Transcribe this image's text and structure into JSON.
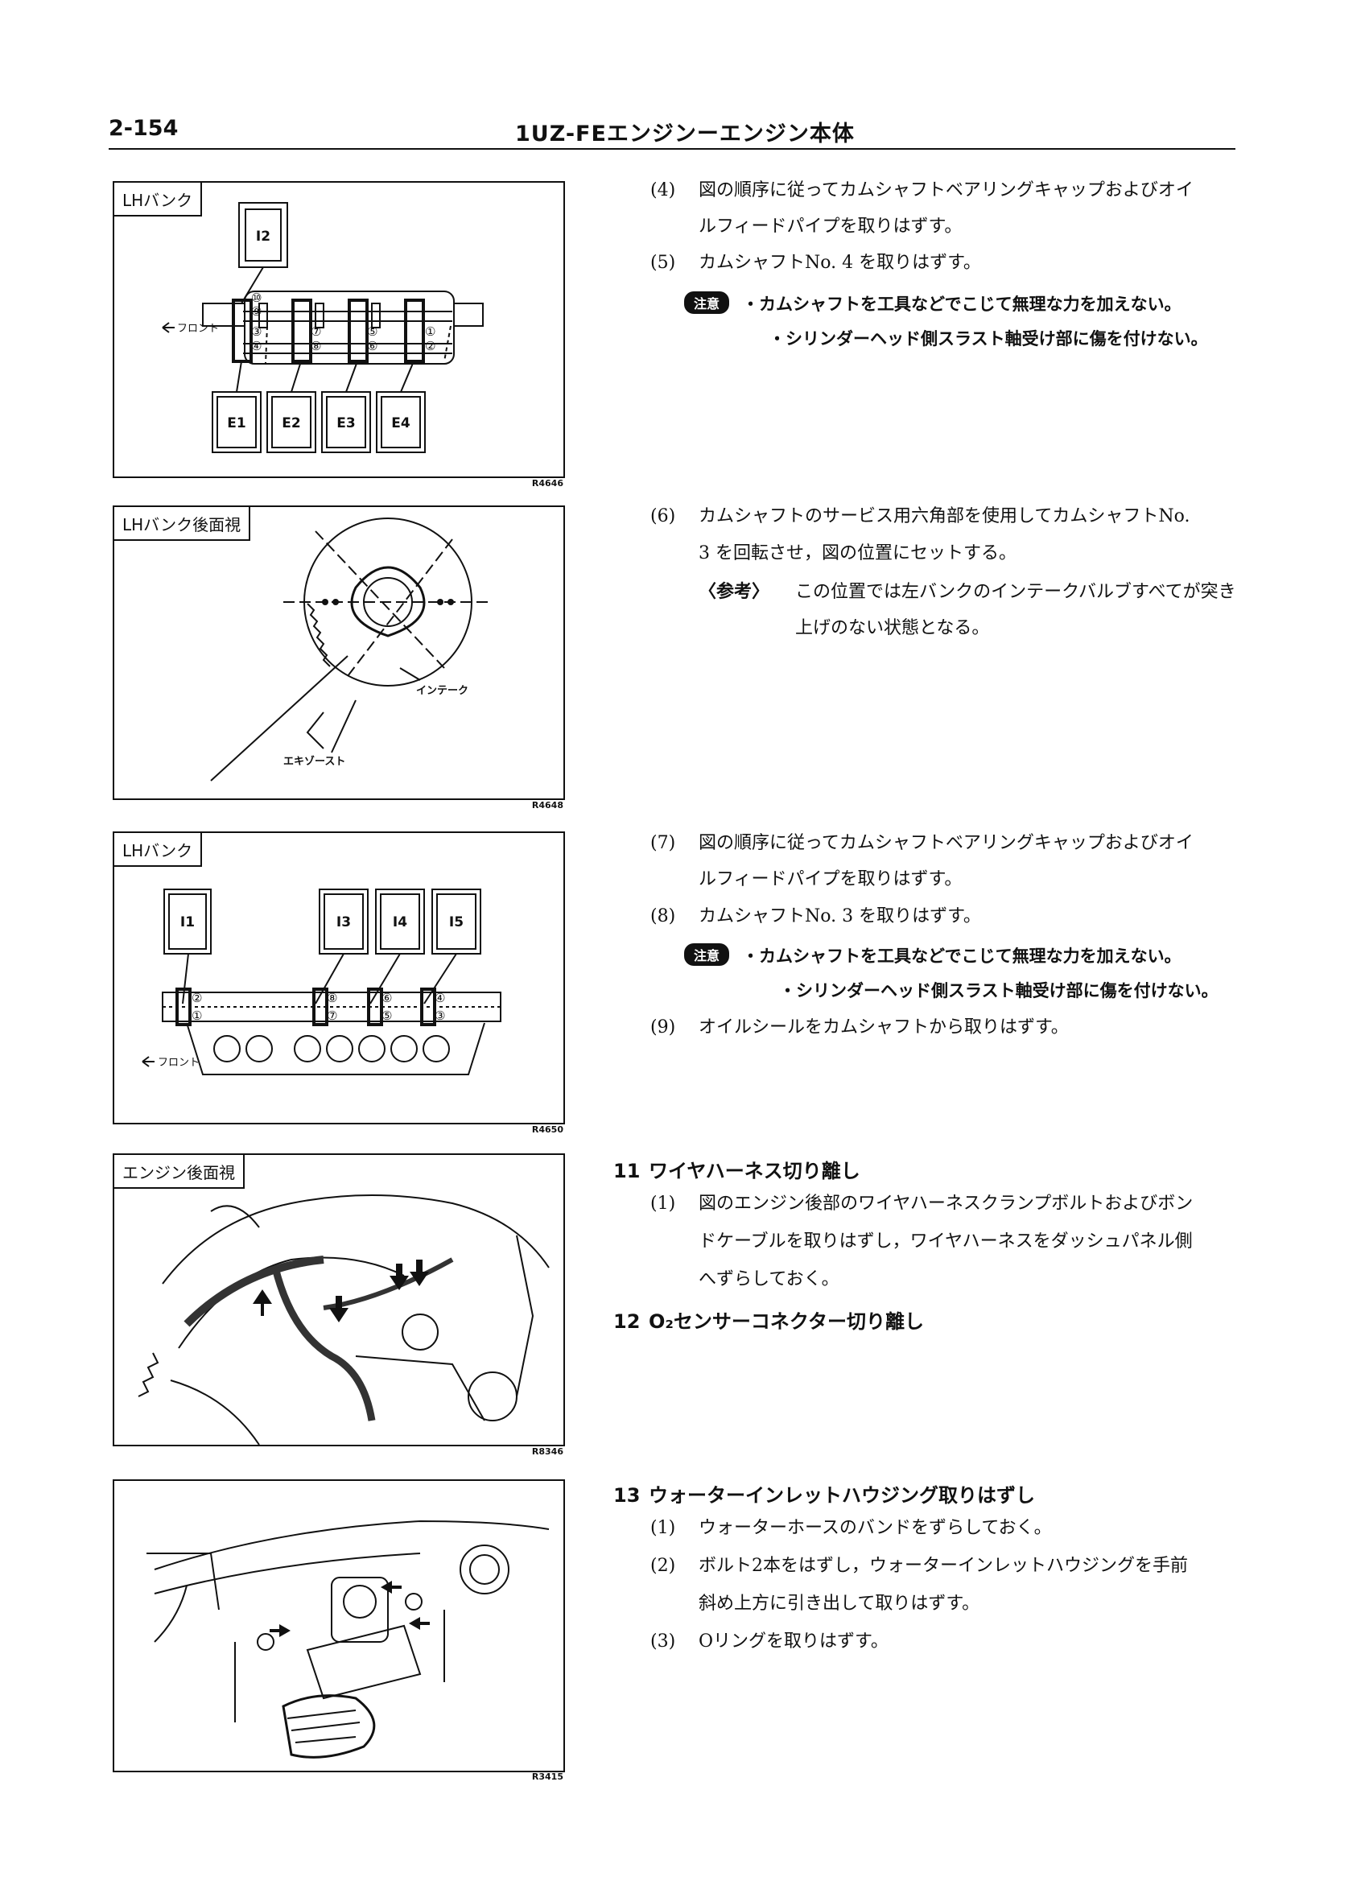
{
  "header": {
    "page_number": "2-154",
    "title": "1UZ-FEエンジンーエンジン本体"
  },
  "figures": [
    {
      "label": "LHバンク",
      "code": "R4646",
      "arrow_label": "フロント",
      "callouts": [
        "I2",
        "E1",
        "E2",
        "E3",
        "E4"
      ],
      "numbers": [
        "⑩",
        "⑨",
        "⑦",
        "⑥",
        "⑤",
        "③",
        "①",
        "④",
        "⑧",
        "②"
      ]
    },
    {
      "label": "LHバンク後面視",
      "code": "R4648",
      "labels": [
        "インテーク",
        "エキゾースト"
      ]
    },
    {
      "label": "LHバンク",
      "code": "R4650",
      "arrow_label": "フロント",
      "callouts": [
        "I1",
        "I3",
        "I4",
        "I5"
      ],
      "numbers": [
        "②",
        "①",
        "⑧",
        "⑦",
        "⑥",
        "⑤",
        "④",
        "③"
      ]
    },
    {
      "label": "エンジン後面視",
      "code": "R8346"
    },
    {
      "label": "",
      "code": "R3415"
    }
  ],
  "text": {
    "step4_num": "(4)",
    "step4_line1": "図の順序に従ってカムシャフトベアリングキャップおよびオイ",
    "step4_line2": "ルフィードパイプを取りはずす。",
    "step5_num": "(5)",
    "step5_line1": "カムシャフトNo. 4 を取りはずす。",
    "caution1_badge": "注意",
    "caution1_line1": "・カムシャフトを工具などでこじて無理な力を加えない。",
    "caution1_line2": "・シリンダーヘッド側スラスト軸受け部に傷を付けない。",
    "step6_num": "(6)",
    "step6_line1": "カムシャフトのサービス用六角部を使用してカムシャフトNo.",
    "step6_line2": "3 を回転させ，図の位置にセットする。",
    "ref_tag": "〈参考〉",
    "ref_line1": "この位置では左バンクのインテークバルブすべてが突き",
    "ref_line2": "上げのない状態となる。",
    "step7_num": "(7)",
    "step7_line1": "図の順序に従ってカムシャフトベアリングキャップおよびオイ",
    "step7_line2": "ルフィードパイプを取りはずす。",
    "step8_num": "(8)",
    "step8_line1": "カムシャフトNo. 3 を取りはずす。",
    "caution2_badge": "注意",
    "caution2_line1": "・カムシャフトを工具などでこじて無理な力を加えない。",
    "caution2_line2": "・シリンダーヘッド側スラスト軸受け部に傷を付けない。",
    "step9_num": "(9)",
    "step9_line1": "オイルシールをカムシャフトから取りはずす。",
    "sec11_num": "11",
    "sec11_title": "ワイヤハーネス切り離し",
    "s11_1_num": "(1)",
    "s11_1_line1": "図のエンジン後部のワイヤハーネスクランプボルトおよびボン",
    "s11_1_line2": "ドケーブルを取りはずし，ワイヤハーネスをダッシュパネル側",
    "s11_1_line3": "へずらしておく。",
    "sec12_num": "12",
    "sec12_title": "O₂センサーコネクター切り離し",
    "sec13_num": "13",
    "sec13_title": "ウォーターインレットハウジング取りはずし",
    "s13_1_num": "(1)",
    "s13_1_line1": "ウォーターホースのバンドをずらしておく。",
    "s13_2_num": "(2)",
    "s13_2_line1": "ボルト2本をはずし，ウォーターインレットハウジングを手前",
    "s13_2_line2": "斜め上方に引き出して取りはずす。",
    "s13_3_num": "(3)",
    "s13_3_line1": "Oリングを取りはずす。"
  }
}
